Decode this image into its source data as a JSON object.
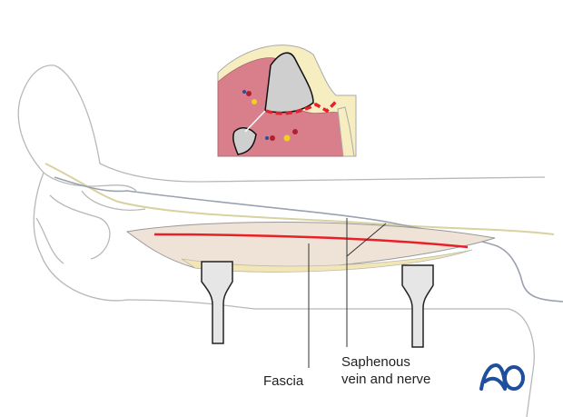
{
  "labels": {
    "fascia": "Fascia",
    "saphenous_line1": "Saphenous",
    "saphenous_line2": "vein and nerve"
  },
  "logo": {
    "text": "AO",
    "color": "#1f4e9e"
  },
  "colors": {
    "incision_line": "#e8202a",
    "muscle": "#d97f8c",
    "bone": "#d0cfd0",
    "fat": "#f6eec0"
  }
}
